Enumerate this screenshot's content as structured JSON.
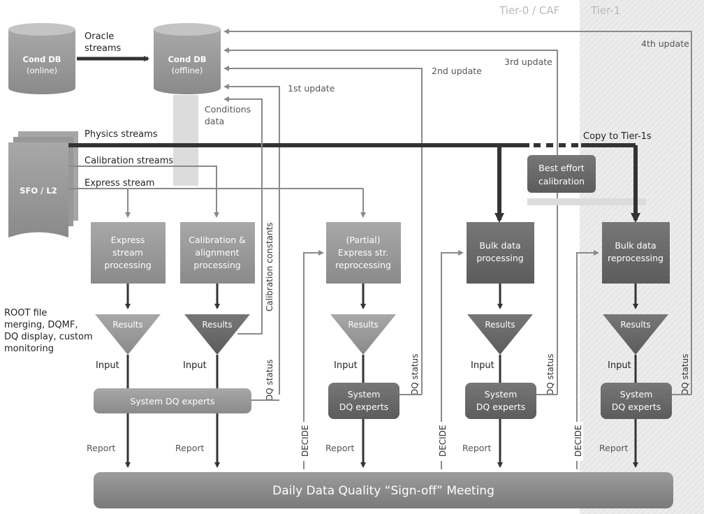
{
  "header": {
    "tier0": "Tier-0 / CAF",
    "tier1": "Tier-1"
  },
  "databases": {
    "online_line1": "Cond DB",
    "online_line2": "(online)",
    "offline_line1": "Cond DB",
    "offline_line2": "(offline)",
    "oracle_line1": "Oracle",
    "oracle_line2": "streams"
  },
  "updates": {
    "first": "1st update",
    "second": "2nd update",
    "third": "3rd update",
    "fourth": "4th update"
  },
  "streams": {
    "conditions_line1": "Conditions",
    "conditions_line2": "data",
    "physics": "Physics streams",
    "calibration": "Calibration streams",
    "express": "Express stream",
    "copy_tier1": "Copy to Tier-1s",
    "sfo": "SFO / L2"
  },
  "best_effort": {
    "line1": "Best effort",
    "line2": "calibration"
  },
  "processing": [
    {
      "lines": [
        "Express",
        "stream",
        "processing"
      ]
    },
    {
      "lines": [
        "Calibration &",
        "alignment",
        "processing"
      ]
    },
    {
      "lines": [
        "(Partial)",
        "Express str.",
        "reprocessing"
      ]
    },
    {
      "lines": [
        "Bulk data",
        "processing"
      ]
    },
    {
      "lines": [
        "Bulk data",
        "reprocessing"
      ]
    }
  ],
  "results_label": "Results",
  "calibration_constants": "Calibration constants",
  "dq_status": "DQ status",
  "root_note": [
    "ROOT file",
    "merging, DQMF,",
    "DQ display, custom",
    "monitoring"
  ],
  "input_label": "Input",
  "report_label": "Report",
  "decide_label": "DECIDE",
  "system_dq": "System DQ experts",
  "system_dq_line1": "System",
  "system_dq_line2": "DQ experts",
  "meeting": "Daily Data Quality “Sign-off” Meeting",
  "colors": {
    "light_box": "#9a9a9a",
    "dark_box": "#676767",
    "arrow_dark": "#333333",
    "arrow_light": "#8a8a8a",
    "tier1_band": "#e9e9e9"
  }
}
